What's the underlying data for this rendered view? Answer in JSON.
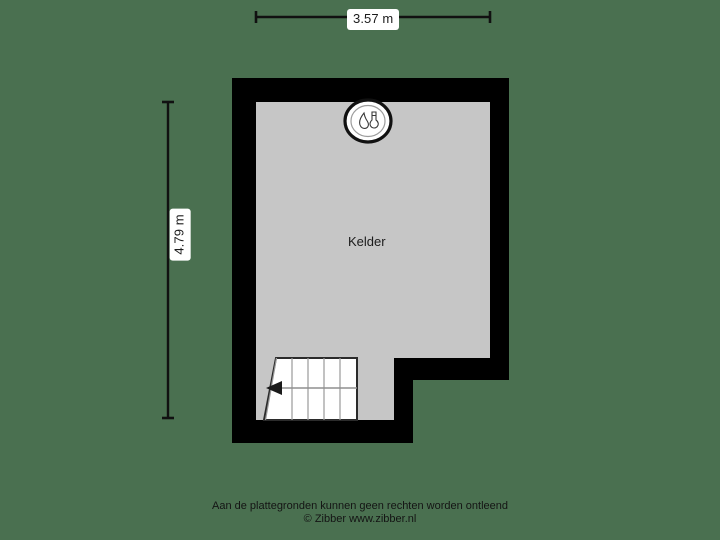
{
  "plan": {
    "room_label": "Kelder",
    "fixture_icon": "boiler-icon",
    "stairs_icon": "stairs-down-arrow-icon",
    "colors": {
      "background": "#4a7050",
      "wall": "#000000",
      "floor": "#c6c6c6",
      "stair_fill": "#ffffff",
      "stair_line": "#9a9a9a",
      "dimension_line": "#111111",
      "label_background": "#ffffff",
      "text": "#1b1b1b"
    }
  },
  "dimensions": {
    "top": {
      "label": "3.57 m",
      "value": 3.57,
      "unit": "m",
      "orientation": "horizontal"
    },
    "left": {
      "label": "4.79 m",
      "value": 4.79,
      "unit": "m",
      "orientation": "vertical"
    }
  },
  "footer": {
    "line1": "Aan de plattegronden kunnen geen rechten worden ontleend",
    "line2": "© Zibber www.zibber.nl"
  }
}
